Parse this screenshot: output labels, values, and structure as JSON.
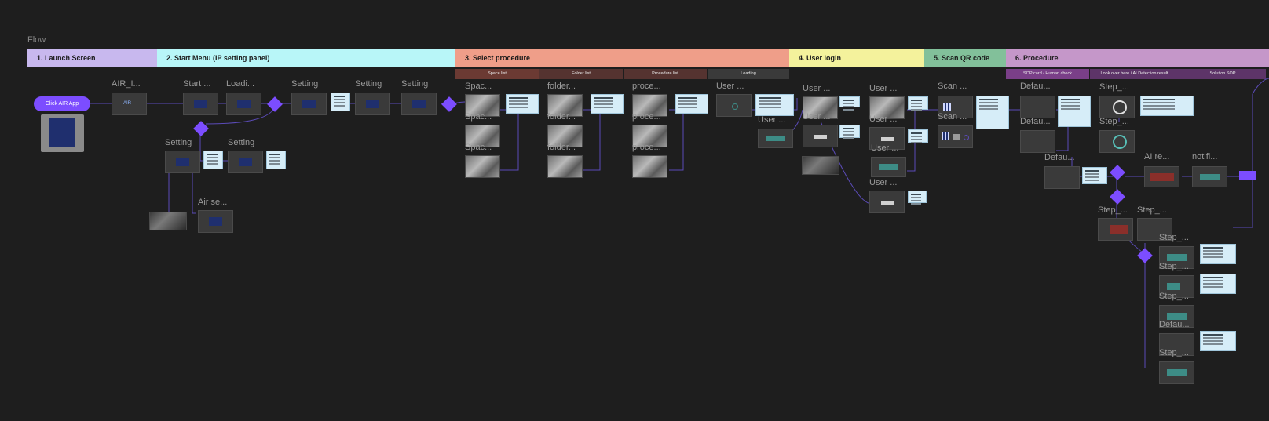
{
  "flow_title": "Flow",
  "sections": [
    {
      "label": "1. Launch Screen",
      "color": "#c8b8ee"
    },
    {
      "label": "2. Start Menu (IP setting panel)",
      "color": "#b8f6f8"
    },
    {
      "label": "3. Select procedure",
      "color": "#ef9e89"
    },
    {
      "label": "4. User login",
      "color": "#f4f29c"
    },
    {
      "label": "5. Scan QR code",
      "color": "#82c09a"
    },
    {
      "label": "6. Procedure",
      "color": "#c597c9"
    }
  ],
  "subsections": [
    {
      "label": "Space list",
      "color": "#6b3a33"
    },
    {
      "label": "Folder list",
      "color": "#553330"
    },
    {
      "label": "Procedure list",
      "color": "#553330"
    },
    {
      "label": "Loading",
      "color": "#3a3a3a"
    },
    {
      "label": "SOP card / Human check",
      "color": "#7a3f88"
    },
    {
      "label": "Look over here / AI Detection result",
      "color": "#5d3468"
    },
    {
      "label": "Solution SOP",
      "color": "#5d3468"
    }
  ],
  "start_button": "Click AIR App",
  "logo_text": "AIR",
  "frame_labels": {
    "air": "AIR_I...",
    "start": "Start ...",
    "loading": "Loadi...",
    "setting1": "Setting",
    "setting2": "Setting",
    "setting3": "Setting",
    "setting4": "Setting",
    "setting5": "Setting",
    "airse": "Air se...",
    "space1": "Spac...",
    "space2": "Spac...",
    "space3": "Spac...",
    "folder1": "folder...",
    "folder2": "folder...",
    "folder3": "folder...",
    "proc1": "proce...",
    "proc2": "proce...",
    "proc3": "proce...",
    "userload1": "User ...",
    "userload2": "User ...",
    "user1": "User ...",
    "user2": "User ...",
    "user3": "User ...",
    "user4": "User ...",
    "user5": "User ...",
    "user6": "User ...",
    "scan1": "Scan ...",
    "scan2": "Scan ...",
    "def1": "Defau...",
    "def2": "Defau...",
    "def3": "Defau...",
    "def4": "Defau...",
    "step1": "Step_...",
    "step2": "Step_...",
    "step3": "Step_...",
    "step4": "Step_...",
    "step5": "Step_...",
    "step6": "Step_...",
    "step7": "Step_...",
    "step8": "Step_...",
    "aire": "AI re...",
    "notifi": "notifi..."
  },
  "colors": {
    "connector": "#5b4bb8",
    "accent": "#7c4dff"
  }
}
